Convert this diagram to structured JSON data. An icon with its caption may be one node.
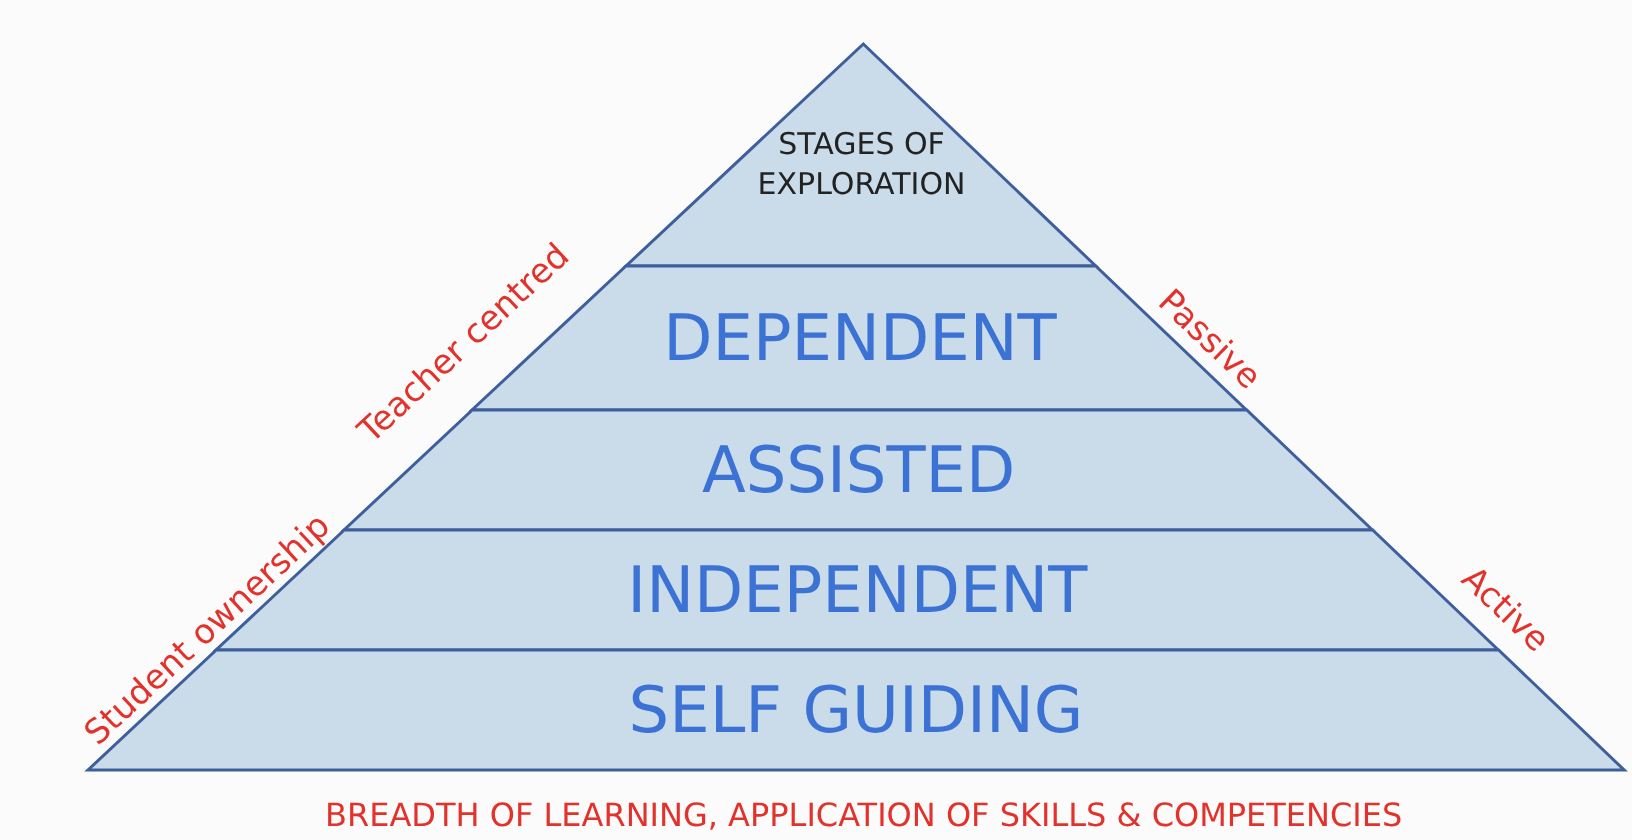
{
  "diagram": {
    "nodes": [
      {
        "text": [
          "STAGES OF EXPLORATION"
        ]
      },
      {
        "text": [
          "DEPENDENT"
        ]
      },
      {
        "text": [
          "ASSISTED"
        ]
      },
      {
        "text": [
          "INDEPENDENT"
        ]
      },
      {
        "text": [
          "SELF GUIDING"
        ]
      }
    ],
    "labels": [
      "Teacher centred",
      "Student ownership",
      "Passive",
      "Active",
      "BREADTH OF LEARNING, APPLICATION OF SKILLS & COMPETENCIES"
    ]
  }
}
